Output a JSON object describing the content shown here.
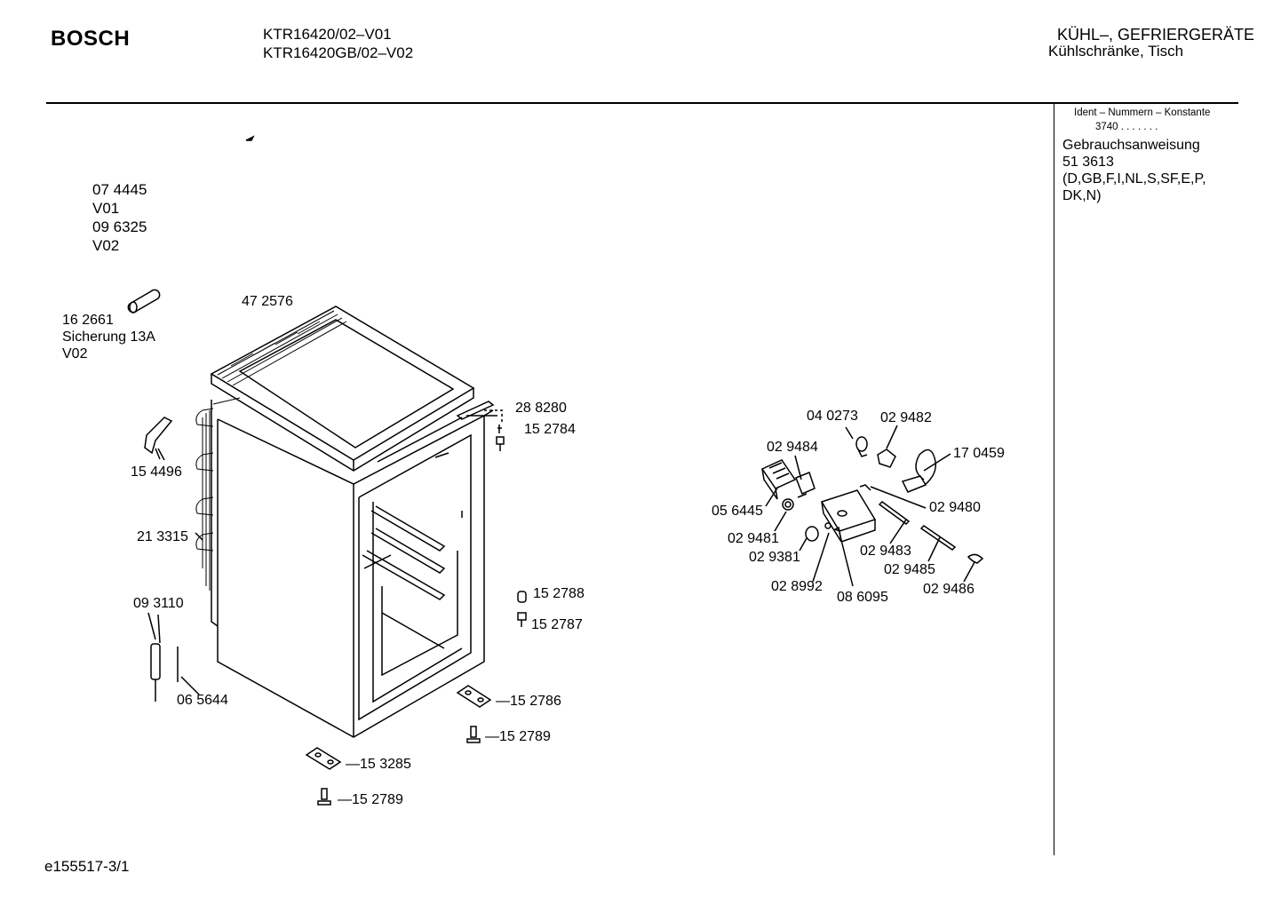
{
  "header": {
    "brand": "BOSCH",
    "models": [
      "KTR16420/02–V01",
      "KTR16420GB/02–V02"
    ],
    "category": "KÜHL–, GEFRIERGERÄTE",
    "subcategory": "Kühlschränke, Tisch"
  },
  "sidebar": {
    "ident_title": "Ident – Nummern – Konstante",
    "ident_value": "3740 . . .   . . . .",
    "manual_label": "Gebrauchsanweisung",
    "manual_number": "51 3613",
    "languages_line1": "(D,GB,F,I,NL,S,SF,E,P,",
    "languages_line2": "DK,N)"
  },
  "left_block": {
    "lines": [
      "07 4445",
      "V01",
      "09 6325",
      "V02"
    ]
  },
  "fuse": {
    "number": "16 2661",
    "name": "Sicherung 13A",
    "version": "V02"
  },
  "part_labels": {
    "p472576": "47 2576",
    "p288280": "28 8280",
    "p152784": "15 2784",
    "p154496": "15 4496",
    "p213315": "21 3315",
    "p093110": "09 3110",
    "p065644": "06 5644",
    "p152788": "15 2788",
    "p152787": "15 2787",
    "p152786": "—15 2786",
    "p152789a": "—15 2789",
    "p153285": "—15 3285",
    "p152789b": "—15 2789",
    "p040273": "04 0273",
    "p029482": "02 9482",
    "p029484": "02 9484",
    "p170459": "17 0459",
    "p056445": "05 6445",
    "p029480": "02 9480",
    "p029481": "02 9481",
    "p029381": "02 9381",
    "p029483": "02 9483",
    "p029485": "02 9485",
    "p028992": "02 8992",
    "p086095": "08 6095",
    "p029486": "02 9486"
  },
  "footer": {
    "code": "e155517-3/1"
  }
}
